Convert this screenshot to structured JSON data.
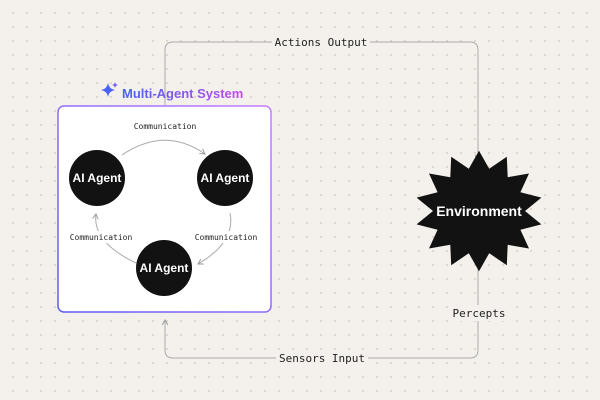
{
  "system": {
    "title": "Multi-Agent System",
    "icon": "sparkle-icon",
    "border_gradient": [
      "#5b5bf0",
      "#c77dff"
    ],
    "title_gradient": [
      "#4b63f5",
      "#c24cf0"
    ]
  },
  "agents": [
    {
      "label": "AI Agent"
    },
    {
      "label": "AI Agent"
    },
    {
      "label": "AI Agent"
    }
  ],
  "communication": [
    {
      "label": "Communication"
    },
    {
      "label": "Communication"
    },
    {
      "label": "Communication"
    }
  ],
  "environment": {
    "label": "Environment"
  },
  "flows": {
    "actions_output": "Actions Output",
    "sensors_input": "Sensors Input",
    "percepts": "Percepts"
  },
  "colors": {
    "background": "#f4f1ed",
    "node_fill": "#121212",
    "connector": "#aaaaaa",
    "text": "#1f1f1f"
  }
}
